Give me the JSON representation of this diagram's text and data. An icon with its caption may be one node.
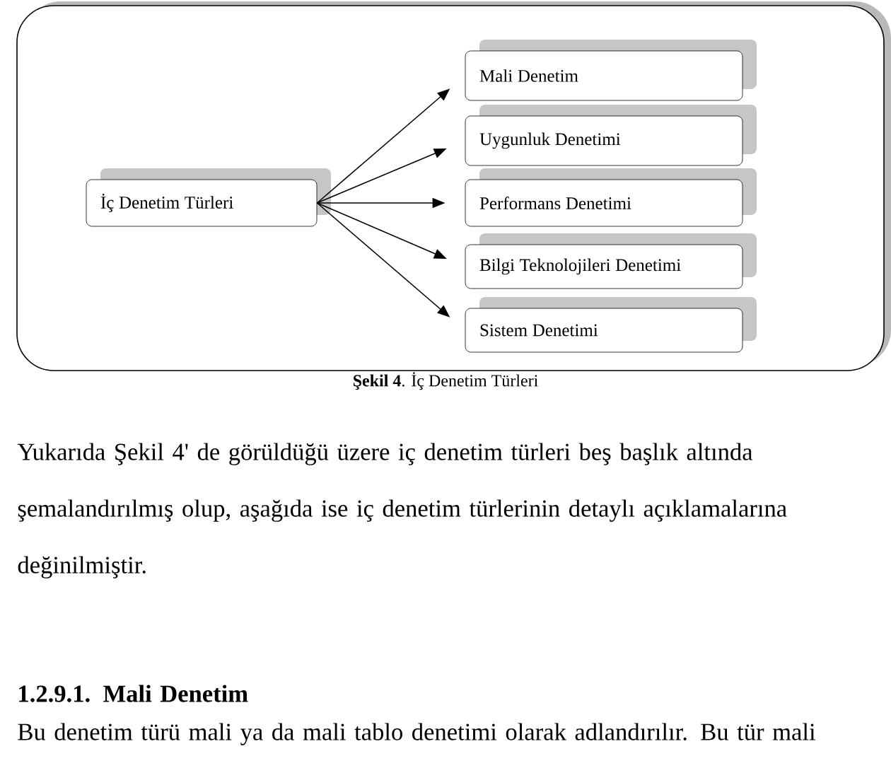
{
  "diagram": {
    "caption": "**Şekil 4**. İç Denetim Türleri",
    "nodes": [
      {
        "text": [],
        "shape": "box"
      },
      {
        "text": [
          "İç Denetim Türleri"
        ],
        "in": 0
      },
      {
        "text": [
          "Mali Denetim"
        ],
        "in": 0
      },
      {
        "text": [
          "Uygunluk Denetimi"
        ],
        "in": 0
      },
      {
        "text": [
          "Performans Denetimi"
        ],
        "in": 0
      },
      {
        "text": [
          "Bilgi Teknolojileri Denetimi"
        ],
        "in": 0
      },
      {
        "text": [
          "Sistem Denetimi"
        ],
        "in": 0
      }
    ],
    "edges": [
      {
        "from": 1,
        "to": 2,
        "arrow": "to"
      },
      {
        "from": 1,
        "to": 3,
        "arrow": "to"
      },
      {
        "from": 1,
        "to": 4,
        "arrow": "to"
      },
      {
        "from": 1,
        "to": 5,
        "arrow": "to"
      },
      {
        "from": 1,
        "to": 6,
        "arrow": "to"
      }
    ],
    "labels": [
      "Yukarıda Şekil 4' de görüldüğü üzere iç denetim türleri beş başlık altında şemalandırılmış olup, aşağıda ise iç denetim türlerinin detaylı açıklamalarına değinilmiştir.",
      "1.2.9.1.  Mali Denetim",
      "Bu denetim türü mali ya da mali tablo denetimi olarak adlandırılır. Bu tür mali"
    ]
  }
}
